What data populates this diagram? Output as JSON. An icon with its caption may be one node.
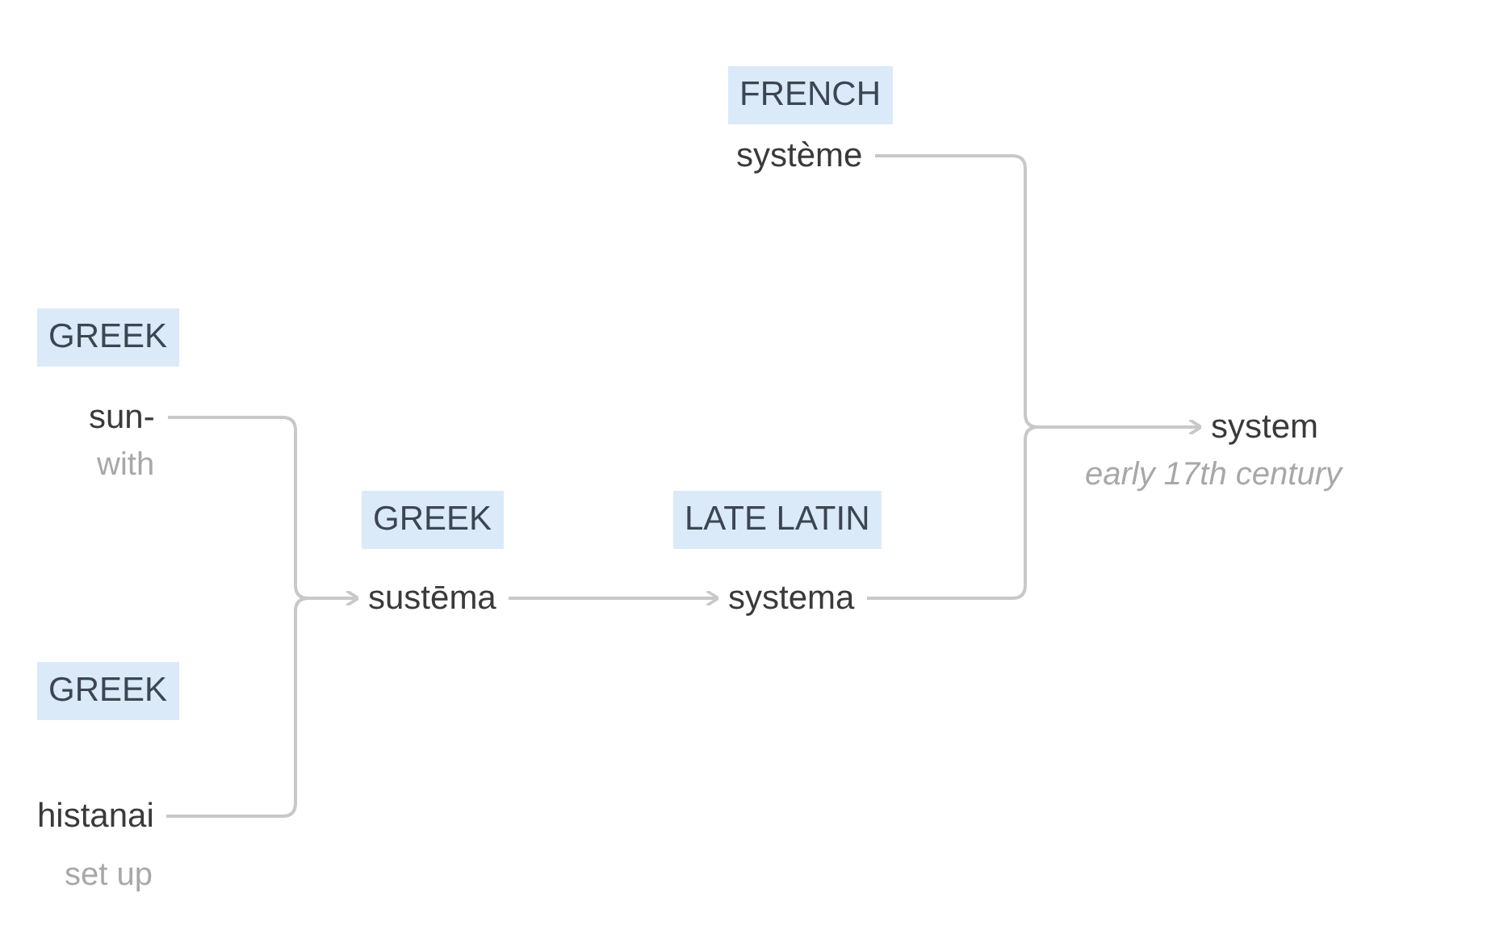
{
  "diagram": {
    "nodes": [
      {
        "text": [
          "FRENCH"
        ]
      },
      {
        "text": [
          "système"
        ]
      },
      {
        "text": [
          "GREEK"
        ]
      },
      {
        "text": [
          "sun-"
        ],
        "beside": [
          "with"
        ]
      },
      {
        "text": [
          "GREEK"
        ]
      },
      {
        "text": [
          "sustēma"
        ]
      },
      {
        "text": [
          "LATE LATIN"
        ]
      },
      {
        "text": [
          "systema"
        ]
      },
      {
        "text": [
          "system"
        ],
        "beside": [
          "early 17th century"
        ]
      },
      {
        "text": [
          "GREEK"
        ]
      },
      {
        "text": [
          "histanai"
        ],
        "beside": [
          "set up"
        ]
      }
    ],
    "edges": [
      {
        "from": 3,
        "to": 5,
        "arrow": "to",
        "color": "#c8c8c8"
      },
      {
        "from": 10,
        "to": 5,
        "arrow": "to",
        "color": "#c8c8c8"
      },
      {
        "from": 5,
        "to": 7,
        "arrow": "to",
        "color": "#c8c8c8"
      },
      {
        "from": 1,
        "to": 8,
        "arrow": "to",
        "color": "#c8c8c8"
      },
      {
        "from": 7,
        "to": 8,
        "arrow": "to",
        "color": "#c8c8c8"
      }
    ]
  }
}
